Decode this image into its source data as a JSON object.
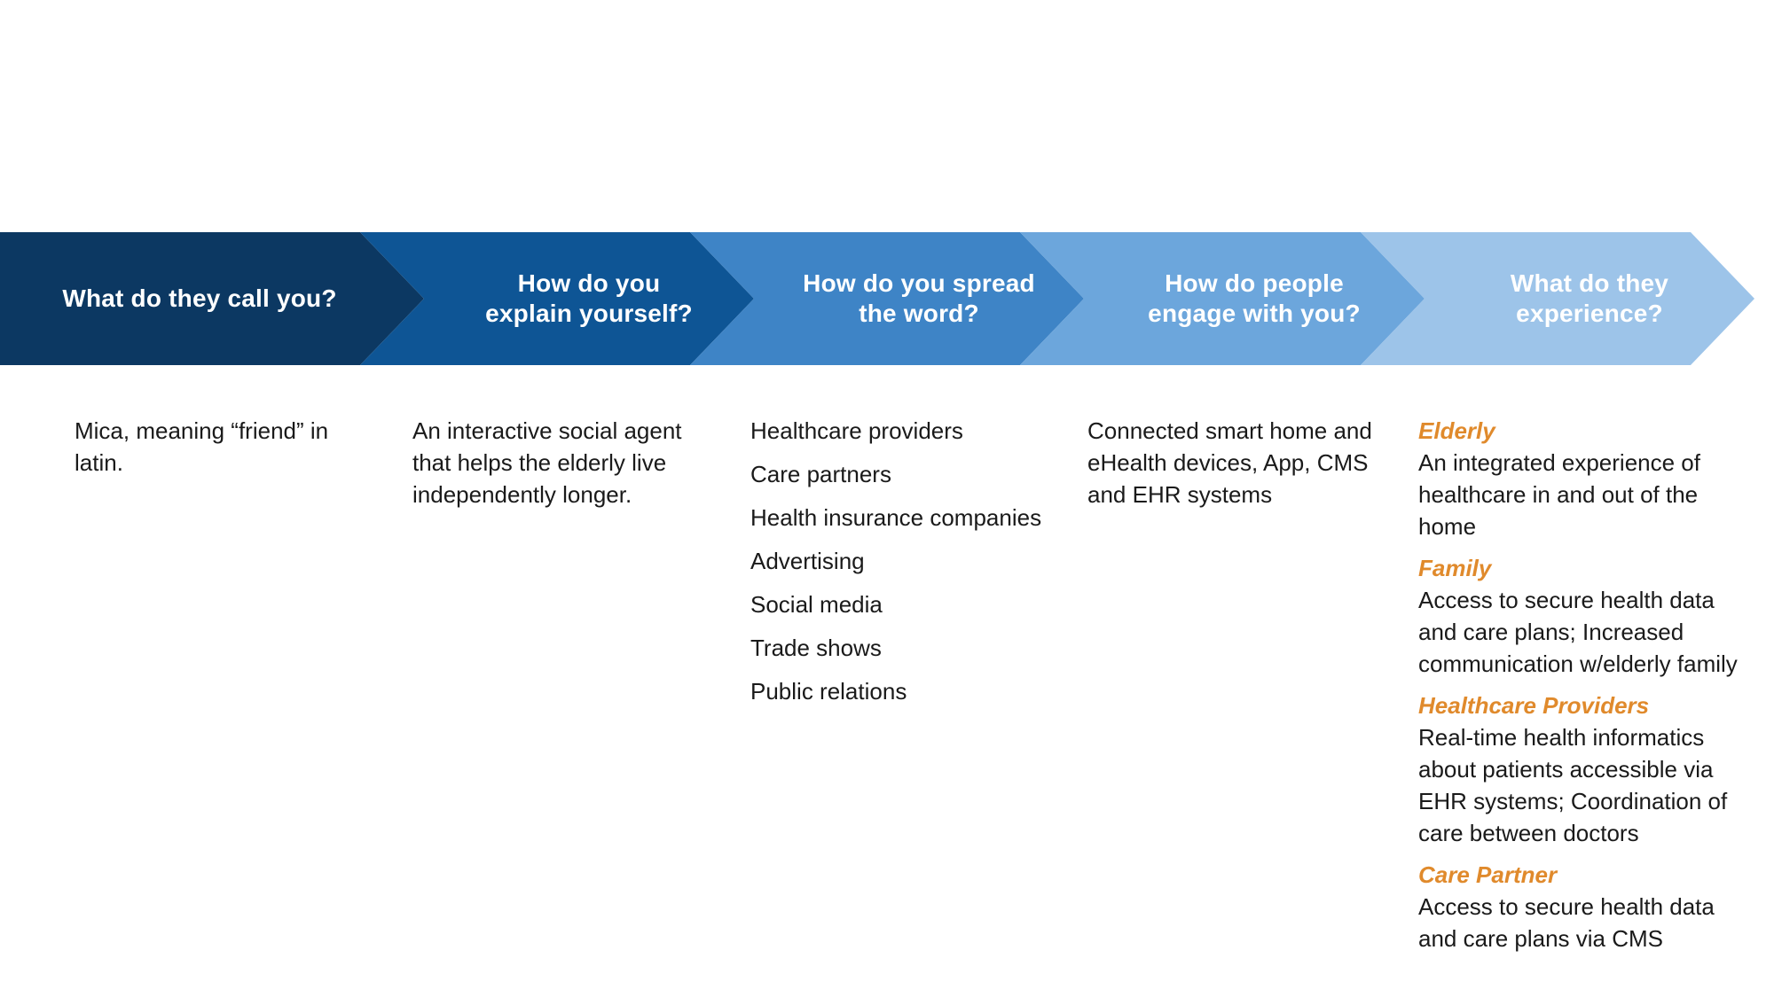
{
  "colors": {
    "stage1": "#0c3862",
    "stage2": "#0e5595",
    "stage3": "#3e84c6",
    "stage4": "#6ca6dc",
    "stage5": "#9dc4e9",
    "accent": "#e08a2c"
  },
  "stages": [
    {
      "title": "What do they call you?"
    },
    {
      "title": "How do you\nexplain yourself?"
    },
    {
      "title": "How do you spread\nthe word?"
    },
    {
      "title": "How do people\nengage with you?"
    },
    {
      "title": "What do they\nexperience?"
    }
  ],
  "name_column": {
    "text": "Mica, meaning “friend” in latin."
  },
  "explain_column": {
    "text": "An interactive social agent that helps the elderly live independently longer."
  },
  "spread_column": {
    "items": [
      "Healthcare providers",
      "Care partners",
      "Health insurance companies",
      "Advertising",
      "Social media",
      "Trade shows",
      "Public relations"
    ]
  },
  "engage_column": {
    "text": "Connected smart home and eHealth devices, App, CMS and EHR systems"
  },
  "experience_column": {
    "groups": [
      {
        "title": "Elderly",
        "text": "An integrated experience of healthcare in and out of the home"
      },
      {
        "title": "Family",
        "text": "Access to secure health data and care plans; Increased communication w/elderly family"
      },
      {
        "title": "Healthcare Providers",
        "text": "Real-time health informatics about patients accessible via EHR systems; Coordination of care between doctors"
      },
      {
        "title": "Care Partner",
        "text": "Access to secure health data and care plans via CMS"
      }
    ]
  }
}
